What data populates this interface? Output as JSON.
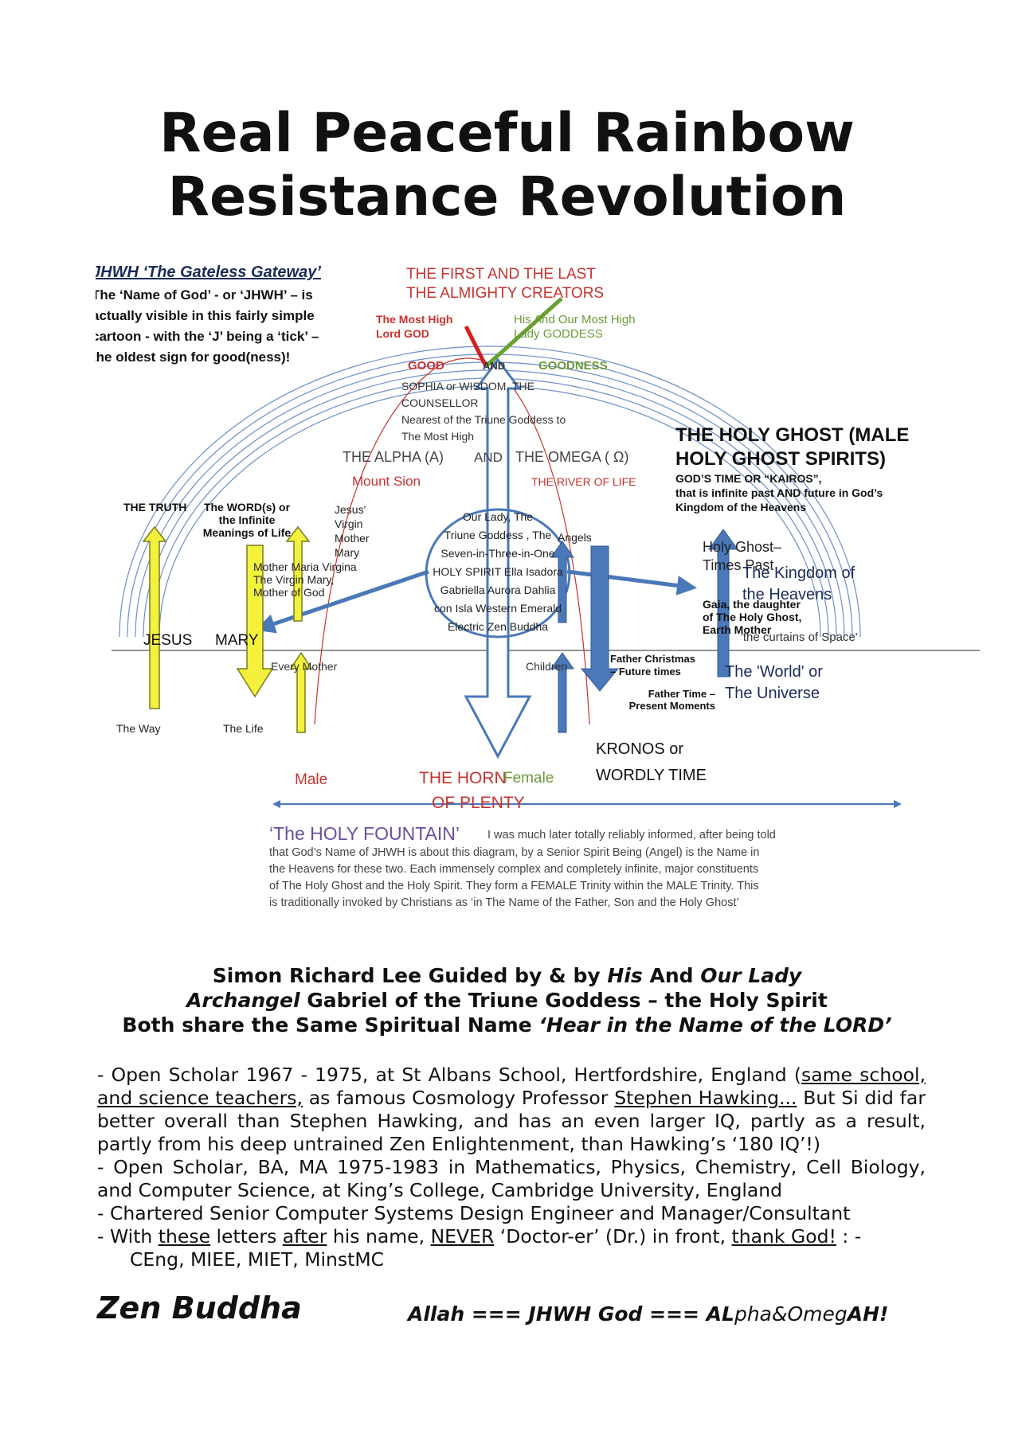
{
  "title": {
    "line1": "Real Peaceful Rainbow",
    "line2": "Resistance Revolution"
  },
  "diagram": {
    "gateless_heading": "JHWH ‘The Gateless Gateway’",
    "gateless_text": [
      "The ‘Name of God’ - or ‘JHWH’ – is",
      "actually visible in this fairly simple",
      "cartoon - with the ‘J’ being a ‘tick’ –",
      "the oldest sign for good(ness)!"
    ],
    "first_last": [
      "THE FIRST AND THE LAST",
      "THE ALMIGHTY CREATORS"
    ],
    "most_high_lord": [
      "The Most High",
      "Lord GOD"
    ],
    "most_high_lady": [
      "His And Our Most High",
      "Lady GODDESS"
    ],
    "good": "GOOD",
    "and_1": "AND",
    "goodness": "GOODNESS",
    "sophia": [
      "SOPHIA or WISDOM, THE",
      "COUNSELLOR",
      "Nearest of the Triune Goddess to",
      "The Most High"
    ],
    "alpha": "THE ALPHA (A)",
    "and_2": "AND",
    "omega": "THE OMEGA ( Ω)",
    "mount_sion": "Mount Sion",
    "river_of_life": "THE RIVER OF LIFE",
    "holy_ghost_heading": [
      "THE HOLY GHOST (MALE",
      "HOLY GHOST SPIRITS)"
    ],
    "kairos": [
      "GOD’S TIME OR “KAIROS”,",
      "that is infinite past AND future in God’s",
      "Kingdom of the Heavens"
    ],
    "truth": "THE TRUTH",
    "word": [
      "The WORD(s) or",
      "the Infinite",
      "Meanings of Life"
    ],
    "jesus_virgin": [
      "Jesus'",
      "Virgin",
      "Mother",
      "Mary"
    ],
    "mother_maria": [
      "Mother Maria Virgina",
      "The Virgin Mary,",
      "Mother of God"
    ],
    "our_lady": [
      "Our Lady, The",
      "Triune Goddess , The",
      "Seven-in-Three-in-One",
      "HOLY SPIRIT Ella Isadora",
      "Gabriella Aurora Dahlia",
      "con Isla Western Emerald",
      "Electric Zen Buddha"
    ],
    "angels": "Angels",
    "holy_ghost_times": [
      "Holy Ghost–",
      "Times Past"
    ],
    "gaia": [
      "Gaia, the daughter",
      "of The Holy Ghost,",
      "Earth Mother"
    ],
    "kingdom": [
      "The Kingdom of",
      "the Heavens"
    ],
    "curtains": "'the curtains of Space'",
    "jesus": "JESUS",
    "mary": "MARY",
    "every_mother": "Every Mother",
    "children": "Children",
    "father_christmas": [
      "Father Christmas",
      "– Future times"
    ],
    "father_time": [
      "Father Time –",
      "Present Moments"
    ],
    "world": [
      "The 'World' or",
      "The Universe"
    ],
    "the_way": "The Way",
    "the_life": "The Life",
    "male": "Male",
    "female": "Female",
    "horn": [
      "THE HORN",
      "OF PLENTY"
    ],
    "kronos": [
      "KRONOS or",
      "WORDLY TIME"
    ],
    "fountain_title": "‘The HOLY FOUNTAIN’",
    "fountain_text": [
      "I was much later totally reliably informed, after being told",
      "that God’s Name of JHWH is about this diagram, by a Senior Spirit Being (Angel) is the Name in",
      "the Heavens for these two.  Each immensely complex and completely infinite, major constituents",
      "of The Holy Ghost and the Holy Spirit.  They form a FEMALE Trinity within the MALE Trinity.  This",
      "is traditionally invoked by Christians as ‘in The Name of the Father, Son and the Holy Ghost’"
    ],
    "colors": {
      "arc_blue": "#6b8fc7",
      "arrow_blue": "#4a78b8",
      "arrow_yellow": "#f2f23c",
      "red_text": "#c8322f",
      "green_text": "#6a9a3a",
      "purple_text": "#6a4fa0",
      "tick_red": "#d42020",
      "tick_green": "#6aa030"
    }
  },
  "byline": {
    "l1_a": "Simon Richard Lee Guided by & by ",
    "l1_b": "His",
    "l1_c": " And ",
    "l1_d": "Our Lady",
    "l2_a": "Archangel",
    "l2_b": " Gabriel of the Triune Goddess – the Holy Spirit",
    "l3_a": "Both share the Same Spiritual Name ",
    "l3_b": "‘Hear in the Name of the LORD’"
  },
  "cv": {
    "p1_a": "-   Open Scholar 1967 - 1975, at St Albans School, Hertfordshire, England (",
    "p1_link1": "same school, and science teachers,",
    "p1_b": " as famous Cosmology Professor ",
    "p1_link2": "Stephen Hawking...",
    "p1_c": "  But Si did far better overall than Stephen Hawking, and has an even larger IQ, partly as a result, partly from his deep untrained Zen Enlightenment, than Hawking’s ‘180 IQ’!)",
    "p2": "-   Open Scholar, BA, MA 1975-1983 in Mathematics, Physics, Chemistry, Cell Biology, and Computer Science, at King’s College, Cambridge University, England",
    "p3": "-   Chartered Senior Computer Systems Design Engineer and Manager/Consultant",
    "p4_a": "-   With ",
    "p4_these": "these",
    "p4_b": " letters ",
    "p4_after": "after",
    "p4_c": " his name, ",
    "p4_never": "NEVER",
    "p4_d": " ‘Doctor-er’ (Dr.) in front, ",
    "p4_thank": "thank God!",
    "p4_e": " : -",
    "p4_letters": "CEng, MIEE, MIET, MinstMC"
  },
  "signature": {
    "name": "Zen Buddha",
    "motto_a": "Allah === JHWH God === AL",
    "motto_b": "pha&Omeg",
    "motto_c": "AH!"
  }
}
